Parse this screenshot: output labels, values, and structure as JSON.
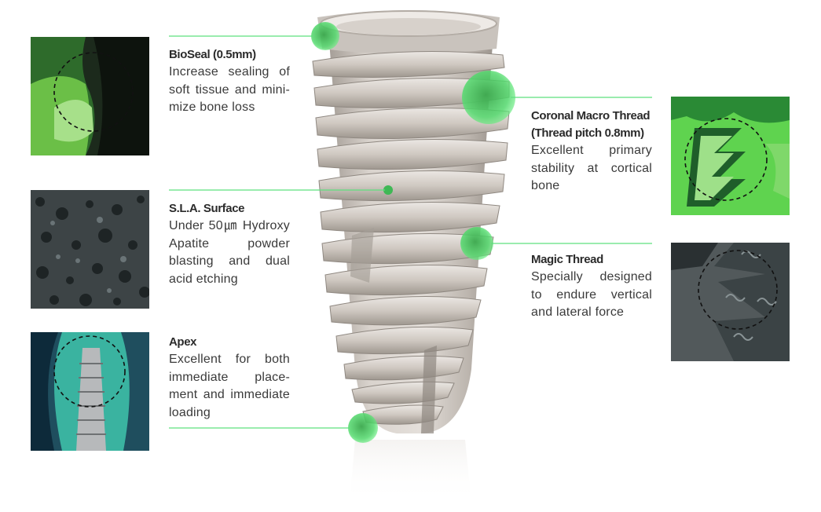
{
  "features": [
    {
      "id": "bioseal",
      "title": "BioSeal (0.5mm)",
      "description": "Increase sealing of soft tissue and mini-mize bone loss"
    },
    {
      "id": "sla",
      "title": "S.L.A. Surface",
      "description": "Under 50㎛ Hydroxy Apatite powder blasting and dual acid etching"
    },
    {
      "id": "apex",
      "title": "Apex",
      "description": "Excellent for both immediate place-ment and immediate loading"
    },
    {
      "id": "coronal",
      "title": "Coronal Macro Thread",
      "title_line2": "(Thread pitch 0.8mm)",
      "description": "Excellent primary stability at cortical bone"
    },
    {
      "id": "magic",
      "title": "Magic Thread",
      "description": "Specially designed to endure vertical and lateral force"
    }
  ],
  "colors": {
    "accent": "#5ee07e",
    "accent_dark": "#1f8a2e",
    "implant": "#d6d0ca",
    "implant_shadow": "#a9a39d"
  }
}
